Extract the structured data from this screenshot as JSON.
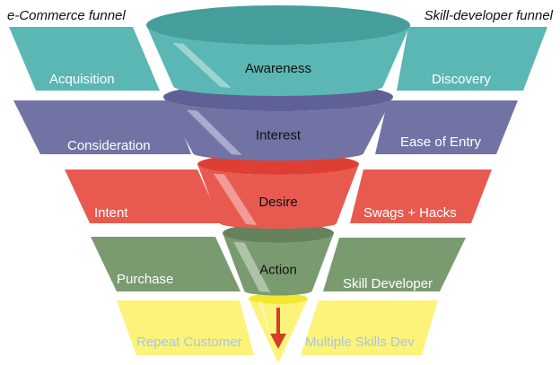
{
  "titles": {
    "left": "e-Commerce funnel",
    "right": "Skill-developer funnel"
  },
  "stages": [
    {
      "center": "Awareness",
      "left": "Acquisition",
      "right": "Discovery",
      "color": "#5bb7b3",
      "dark": "#469e9b"
    },
    {
      "center": "Interest",
      "left": "Consideration",
      "right": "Ease of Entry",
      "color": "#7173a5",
      "dark": "#5f6196"
    },
    {
      "center": "Desire",
      "left": "Intent",
      "right": "Swags + Hacks",
      "color": "#e85a50",
      "dark": "#df3f33"
    },
    {
      "center": "Action",
      "left": "Purchase",
      "right": "Skill Developer",
      "color": "#7a9b70",
      "dark": "#66825d"
    },
    {
      "center": "",
      "left": "Repeat Customer",
      "right": "Multiple Skills Dev",
      "color": "#fcf37a",
      "dark": "#f4e82f"
    }
  ],
  "colors": {
    "last_text": "#a9c6e6",
    "arrow": "#d13f28"
  }
}
